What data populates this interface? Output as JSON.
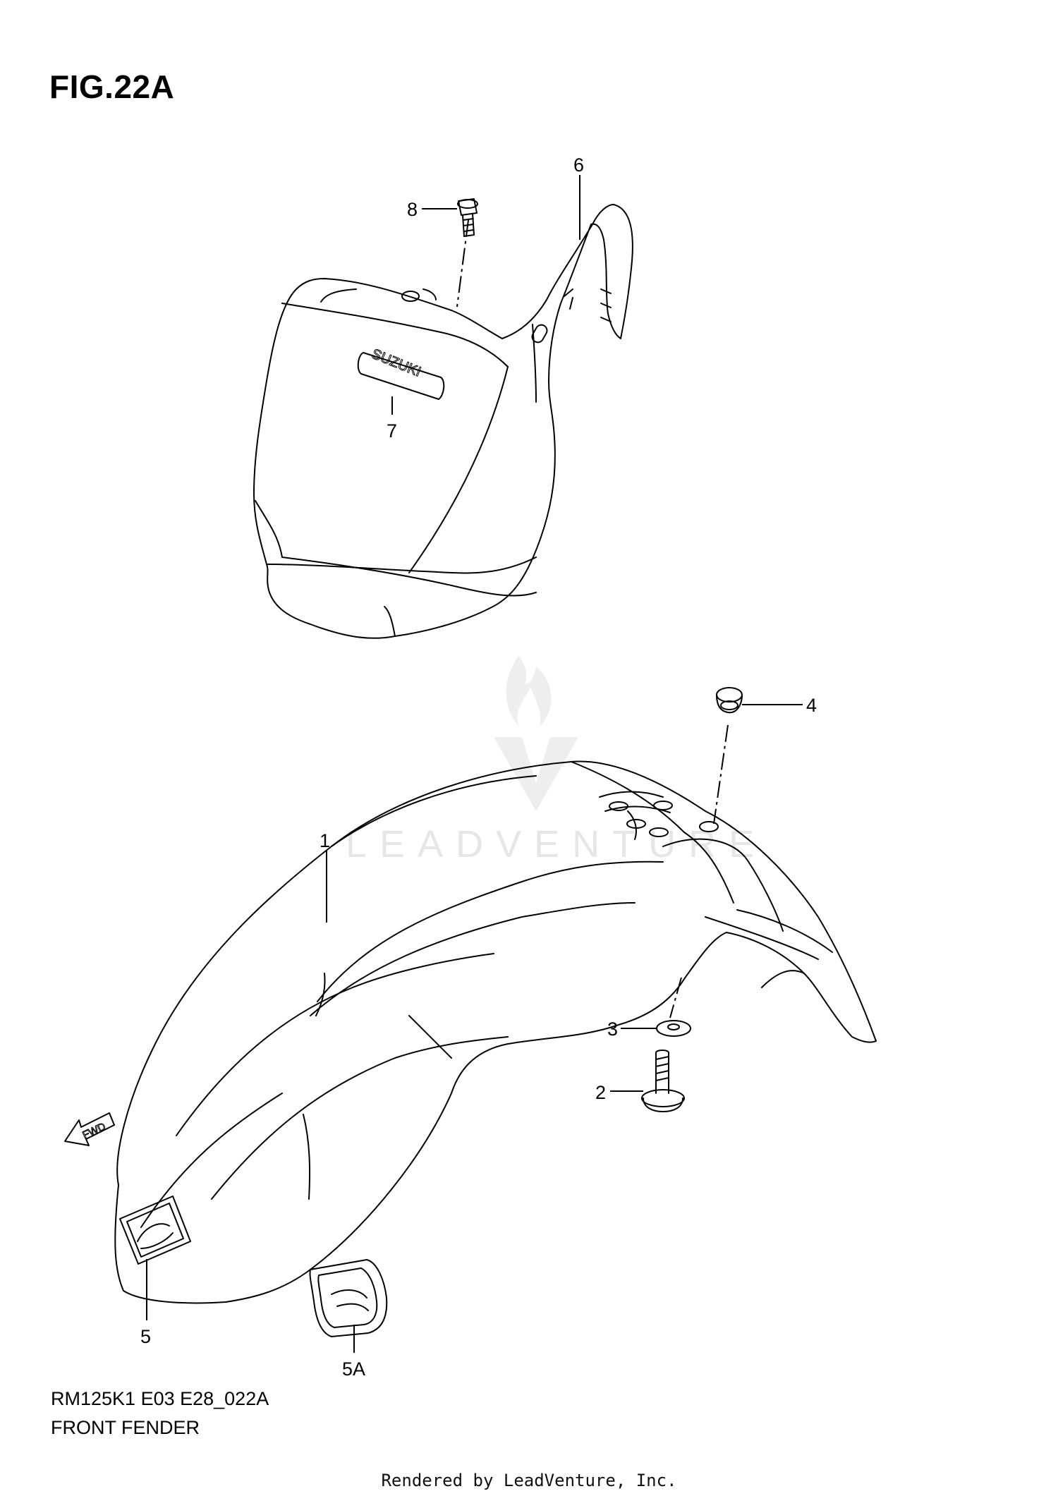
{
  "figure": {
    "title": "FIG.22A",
    "code": "RM125K1 E03 E28_022A",
    "name": "FRONT FENDER"
  },
  "callouts": [
    "1",
    "2",
    "3",
    "4",
    "5",
    "5A",
    "6",
    "7",
    "8"
  ],
  "decal_text": "SUZUKI",
  "fwd_text": "FWD",
  "watermark_text": "LEADVENTURE",
  "footer_text": "Rendered by LeadVenture, Inc."
}
